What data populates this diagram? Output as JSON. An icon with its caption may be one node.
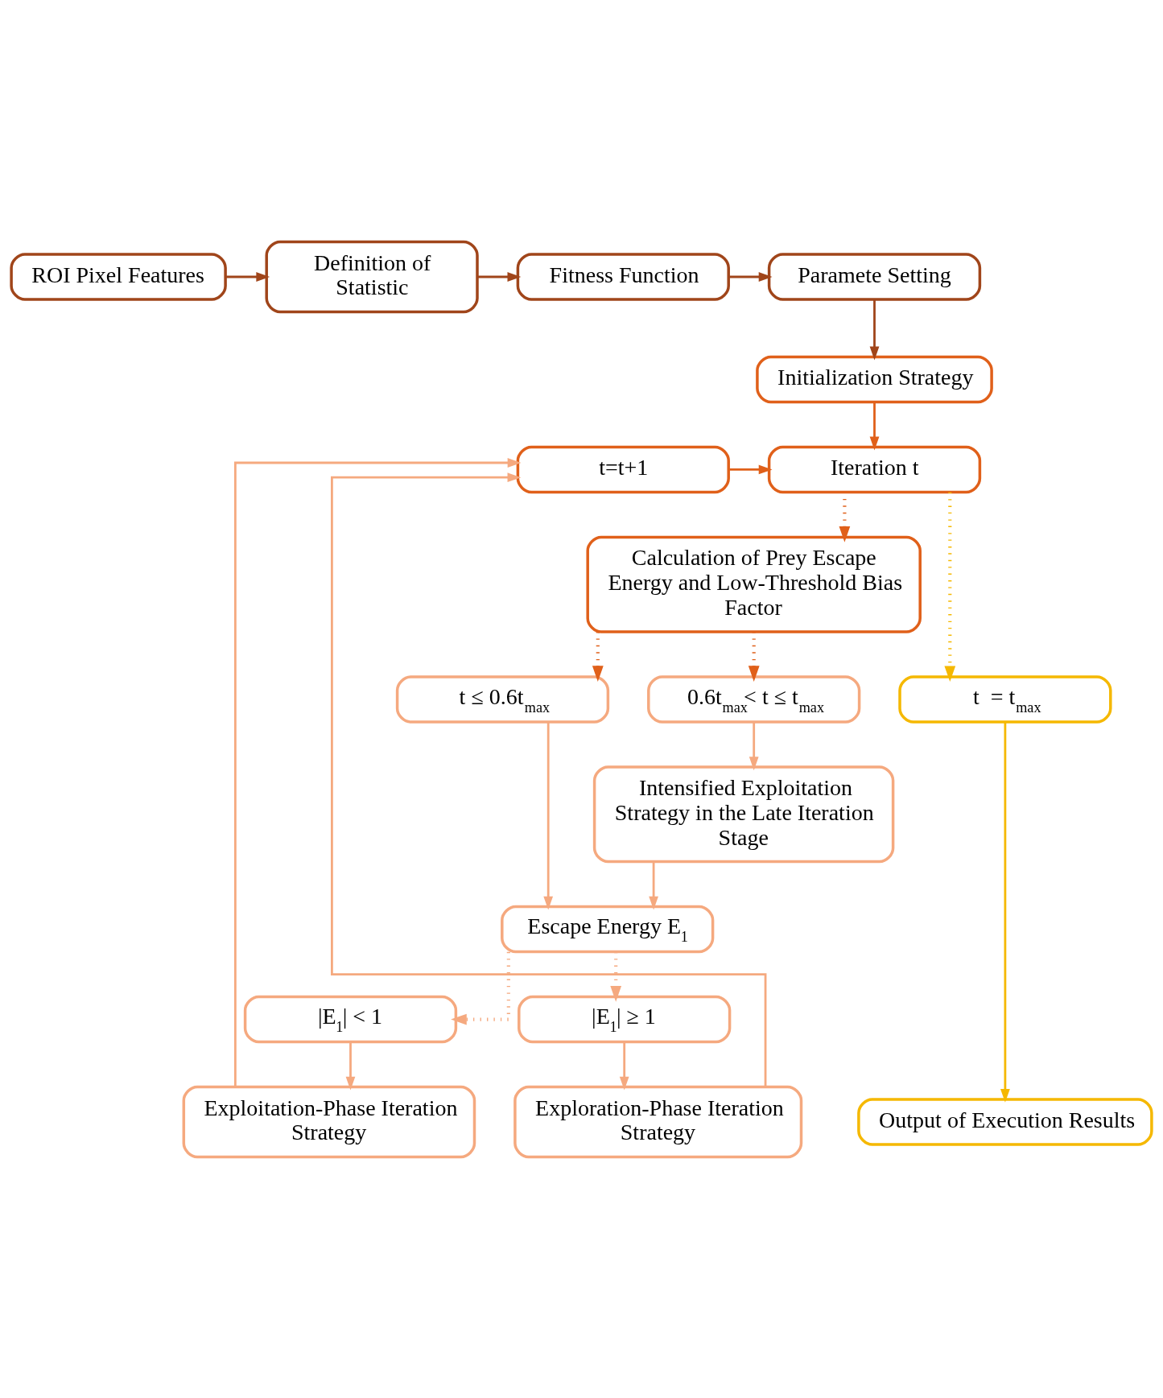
{
  "diagram": {
    "nodes": [
      {
        "text": [
          "ROI Pixel Features"
        ]
      },
      {
        "text": [
          "Definition of Statistic"
        ]
      },
      {
        "text": [
          "Fitness Function"
        ]
      },
      {
        "text": [
          "Paramete Setting"
        ]
      },
      {
        "text": [
          "Initialization Strategy"
        ]
      },
      {
        "text": [
          "t=t+1"
        ]
      },
      {
        "text": [
          "Iteration t"
        ]
      },
      {
        "text": [
          "Calculation of Prey Escape Energy and Low-Threshold Bias Factor"
        ]
      },
      {
        "text": [
          "t ≤ 0.6t$_{max}$"
        ]
      },
      {
        "text": [
          "0.6t$_{max}$< t ≤ t$_{max}$"
        ]
      },
      {
        "text": [
          "t  = t$_{max}$"
        ]
      },
      {
        "text": [
          "Intensified Exploitation Strategy in the Late Iteration Stage"
        ]
      },
      {
        "text": [
          "Escape Energy E$_{1}$"
        ]
      },
      {
        "text": [
          "|E$_{1}$| < 1"
        ]
      },
      {
        "text": [
          "|E$_{1}$| ≥ 1"
        ]
      },
      {
        "text": [
          "Exploitation-Phase Iteration Strategy"
        ]
      },
      {
        "text": [
          "Exploration-Phase Iteration Strategy"
        ]
      },
      {
        "text": [
          "Output of Execution Results"
        ]
      }
    ],
    "edges": [
      {
        "from": 0,
        "to": 1,
        "arrow": "to",
        "color": "#a0451a"
      },
      {
        "from": 1,
        "to": 2,
        "arrow": "to",
        "color": "#a0451a"
      },
      {
        "from": 2,
        "to": 3,
        "arrow": "to",
        "color": "#a0451a"
      },
      {
        "from": 3,
        "to": 4,
        "arrow": "to",
        "color": "#a0451a"
      },
      {
        "from": 4,
        "to": 6,
        "arrow": "to",
        "color": "#e0601a"
      },
      {
        "from": 5,
        "to": 6,
        "arrow": "to",
        "color": "#e0601a"
      },
      {
        "from": 6,
        "to": 7,
        "arrow": "to",
        "style": "dashed",
        "color": "#e0601a"
      },
      {
        "from": 6,
        "to": 10,
        "arrow": "to",
        "style": "dashed",
        "color": "#f5b800"
      },
      {
        "from": 7,
        "to": 8,
        "arrow": "to",
        "style": "dashed",
        "color": "#e0601a"
      },
      {
        "from": 7,
        "to": 9,
        "arrow": "to",
        "style": "dashed",
        "color": "#e0601a"
      },
      {
        "from": 9,
        "to": 11,
        "arrow": "to"
      },
      {
        "from": 8,
        "to": 12,
        "arrow": "to"
      },
      {
        "from": 11,
        "to": 12,
        "arrow": "to"
      },
      {
        "from": 12,
        "to": 13,
        "arrow": "to",
        "style": "dashed"
      },
      {
        "from": 12,
        "to": 14,
        "arrow": "to",
        "style": "dashed"
      },
      {
        "from": 13,
        "to": 15,
        "arrow": "to"
      },
      {
        "from": 14,
        "to": 16,
        "arrow": "to"
      },
      {
        "from": 10,
        "to": 17,
        "arrow": "to",
        "color": "#f5b800"
      },
      {
        "from": 15,
        "to": 5,
        "arrow": "to"
      },
      {
        "from": 16,
        "to": 5,
        "arrow": "to"
      }
    ]
  }
}
